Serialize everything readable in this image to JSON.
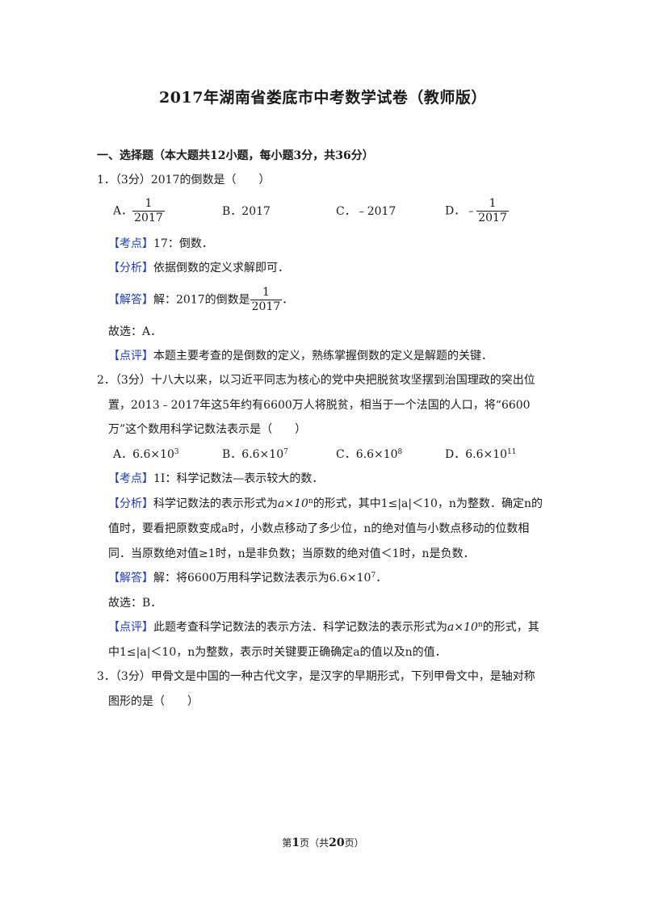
{
  "title": "2017年湖南省娄底市中考数学试卷（教师版）",
  "section": "一、选择题（本大题共12小题，每小题3分，共36分）",
  "q1": {
    "stem": "1．（3分）2017的倒数是（　　）",
    "opt_a_label": "A．",
    "opt_a_num": "1",
    "opt_a_den": "2017",
    "opt_b": "B．2017",
    "opt_c": "C．﹣2017",
    "opt_d_label": "D．﹣",
    "opt_d_num": "1",
    "opt_d_den": "2017",
    "kaodian_tag": "【考点】",
    "kaodian": "17：倒数．",
    "fenxi_tag": "【分析】",
    "fenxi": "依据倒数的定义求解即可．",
    "jieda_tag": "【解答】",
    "jieda": "解：2017的倒数是",
    "jieda_num": "1",
    "jieda_den": "2017",
    "jieda_end": "．",
    "guxuan": "故选：A．",
    "dianping_tag": "【点评】",
    "dianping": "本题主要考查的是倒数的定义，熟练掌握倒数的定义是解题的关键．"
  },
  "q2": {
    "stem_1": "2．（3分）十八大以来，以习近平同志为核心的党中央把脱贫攻坚摆到治国理政的突出位",
    "stem_2": "置，2013﹣2017年这5年约有6600万人将脱贫，相当于一个法国的人口，将“6600",
    "stem_3": "万”这个数用科学记数法表示是（　　）",
    "opt_a": "A．6.6×10",
    "opt_a_exp": "3",
    "opt_b": "B．6.6×10",
    "opt_b_exp": "7",
    "opt_c": "C．6.6×10",
    "opt_c_exp": "8",
    "opt_d": "D．6.6×10",
    "opt_d_exp": "11",
    "kaodian_tag": "【考点】",
    "kaodian": "1I：科学记数法—表示较大的数．",
    "fenxi_tag": "【分析】",
    "fenxi_1a": "科学记数法的表示形式为",
    "fenxi_1b": "a×10",
    "fenxi_1c": "n",
    "fenxi_1d": "的形式，其中1≤|a|＜10，n为整数．确定n的",
    "fenxi_2": "值时，要看把原数变成a时，小数点移动了多少位，n的绝对值与小数点移动的位数相",
    "fenxi_3": "同．当原数绝对值≥1时，n是非负数；当原数的绝对值＜1时，n是负数．",
    "jieda_tag": "【解答】",
    "jieda": "解：将6600万用科学记数法表示为6.6×10",
    "jieda_exp": "7",
    "jieda_end": "．",
    "guxuan": "故选：B．",
    "dianping_tag": "【点评】",
    "dianping_1a": "此题考查科学记数法的表示方法．科学记数法的表示形式为",
    "dianping_1b": "a×10",
    "dianping_1c": "n",
    "dianping_1d": "的形式，其",
    "dianping_2": "中1≤|a|＜10，n为整数，表示时关键要正确确定a的值以及n的值．"
  },
  "q3": {
    "stem_1": "3．（3分）甲骨文是中国的一种古代文字，是汉字的早期形式，下列甲骨文中，是轴对称",
    "stem_2": "图形的是（　　）"
  },
  "footer": {
    "pre": "第",
    "page": "1",
    "mid": "页（共",
    "total": "20",
    "post": "页）"
  }
}
